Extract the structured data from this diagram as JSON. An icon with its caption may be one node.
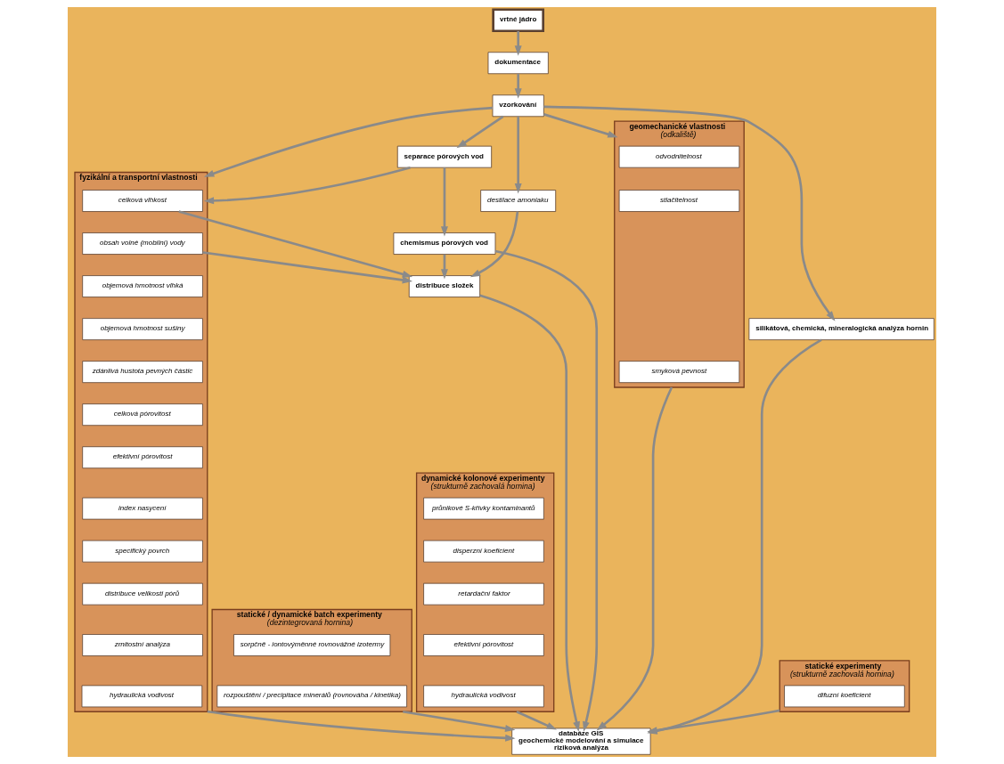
{
  "diagram": {
    "nodes": [
      {
        "text": [
          "vrtné jádro"
        ]
      },
      {
        "text": [
          "dokumentace"
        ]
      },
      {
        "text": [
          "vzorkování"
        ]
      },
      {
        "text": [
          "geomechanické vlastnosti",
          "(odkaliště)"
        ]
      },
      {
        "text": [
          "odvodnitelnost"
        ],
        "in": 3
      },
      {
        "text": [
          "stlačitelnost"
        ],
        "in": 3
      },
      {
        "text": [
          "smyková pevnost"
        ],
        "in": 3
      },
      {
        "text": [
          "fyzikální a transportní vlastnosti"
        ]
      },
      {
        "text": [
          "celková vlhkost"
        ],
        "in": 7
      },
      {
        "text": [
          "obsah volné (mobilní) vody"
        ],
        "in": 7
      },
      {
        "text": [
          "objemová hmotnost vlhká"
        ],
        "in": 7
      },
      {
        "text": [
          "objemová hmotnost sušiny"
        ],
        "in": 7
      },
      {
        "text": [
          "zdánlivá hustota pevných částic"
        ],
        "in": 7
      },
      {
        "text": [
          "celková pórovitost"
        ],
        "in": 7
      },
      {
        "text": [
          "efektivní pórovitost"
        ],
        "in": 7
      },
      {
        "text": [
          "index nasycení"
        ],
        "in": 7
      },
      {
        "text": [
          "specifický povrch"
        ],
        "in": 7
      },
      {
        "text": [
          "distribuce velikosti pórů"
        ],
        "in": 7
      },
      {
        "text": [
          "zrnitostní analýza"
        ],
        "in": 7
      },
      {
        "text": [
          "hydraulická vodivost"
        ],
        "in": 7
      },
      {
        "text": [
          "separace pórových vod"
        ]
      },
      {
        "text": [
          "destilace amoniaku"
        ]
      },
      {
        "text": [
          "chemismus pórových vod"
        ]
      },
      {
        "text": [
          "distribuce složek"
        ]
      },
      {
        "text": [
          "silikátová, chemická, mineralogická analýza hornin"
        ]
      },
      {
        "text": [
          "statické / dynamické batch experimenty",
          "(dezintegrovaná hornina)"
        ]
      },
      {
        "text": [
          "sorpčně - iontovýměnné rovnovážné izotermy"
        ],
        "in": 25
      },
      {
        "text": [
          "rozpouštění / precipitace minerálů (rovnováha / kinetika)"
        ],
        "in": 25
      },
      {
        "text": [
          "dynamické kolonové experimenty",
          "(strukturně zachovalá hornina)"
        ]
      },
      {
        "text": [
          "průnikové S-křivky kontaminantů"
        ],
        "in": 28
      },
      {
        "text": [
          "disperzní koeficient"
        ],
        "in": 28
      },
      {
        "text": [
          "retardační faktor"
        ],
        "in": 28
      },
      {
        "text": [
          "efektivní pórovitost"
        ],
        "in": 28
      },
      {
        "text": [
          "hydraulická vodivost"
        ],
        "in": 28
      },
      {
        "text": [
          "databáze GIS",
          "geochemické modelování a simulace",
          "riziková analýza"
        ]
      },
      {
        "text": [
          "statické experimenty",
          "(strukturně zachovalá hornina)"
        ]
      },
      {
        "text": [
          "difuzní koeficient"
        ],
        "in": 35
      }
    ],
    "edges": [
      {
        "from": 0,
        "to": 1,
        "arrow": "to"
      },
      {
        "from": 1,
        "to": 2,
        "arrow": "to"
      },
      {
        "from": 2,
        "to": 3,
        "arrow": "to"
      },
      {
        "from": 2,
        "to": 7,
        "arrow": "to"
      },
      {
        "from": 2,
        "to": 24,
        "arrow": "to"
      },
      {
        "from": 2,
        "to": 20,
        "arrow": "to"
      },
      {
        "from": 2,
        "to": 21,
        "arrow": "to"
      },
      {
        "from": 20,
        "to": 7,
        "arrow": "to"
      },
      {
        "from": 20,
        "to": 22,
        "arrow": "to"
      },
      {
        "from": 8,
        "to": 23,
        "arrow": "to"
      },
      {
        "from": 9,
        "to": 23,
        "arrow": "to"
      },
      {
        "from": 22,
        "to": 23,
        "arrow": "to"
      },
      {
        "from": 21,
        "to": 23,
        "arrow": "to"
      },
      {
        "from": 3,
        "to": 34,
        "arrow": "to"
      },
      {
        "from": 24,
        "to": 34,
        "arrow": "to"
      },
      {
        "from": 28,
        "to": 34,
        "arrow": "to"
      },
      {
        "from": 7,
        "to": 34,
        "arrow": "to"
      },
      {
        "from": 23,
        "to": 34,
        "arrow": "to"
      },
      {
        "from": 22,
        "to": 34,
        "arrow": "to"
      },
      {
        "from": 25,
        "to": 34,
        "arrow": "to"
      },
      {
        "from": 35,
        "to": 34,
        "arrow": "to"
      }
    ]
  }
}
